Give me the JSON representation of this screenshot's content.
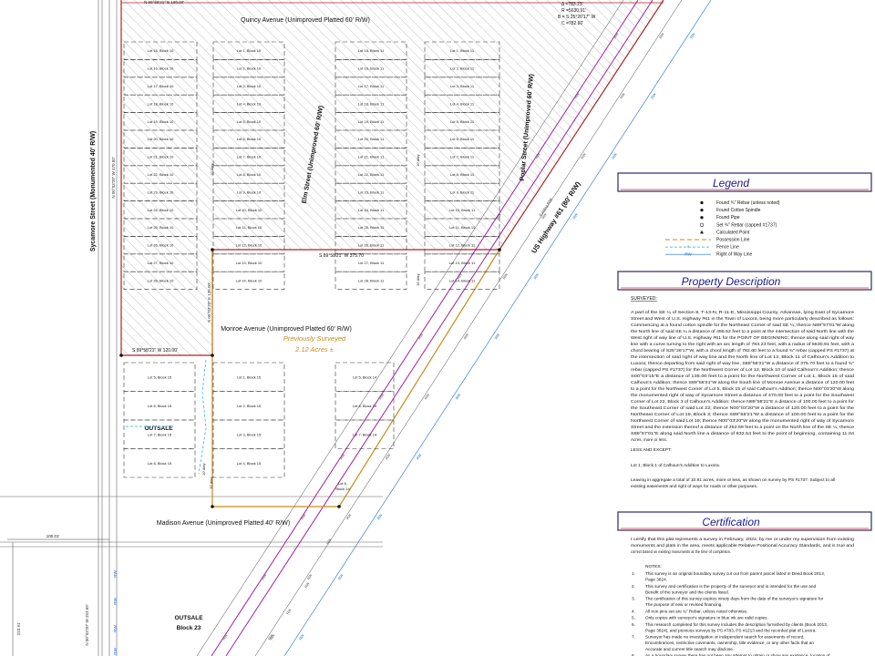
{
  "curve_data": {
    "delta": "Δ =783.23'",
    "radius": "R =5630.91'",
    "bearing": "B = S 25°26'17\" W",
    "chord": "C =782.60'"
  },
  "streets": {
    "quincy": "Quincy Avenue (Unimproved Platted 60' R/W)",
    "sycamore": "Sycamore Street (Monumented 40' R/W)",
    "elm": "Elm Street (Unimproved 60' R/W)",
    "poplar": "Poplar Street (Unimproved 60' R/W)",
    "highway": "US Highway #61 (80' R/W)",
    "monroe": "Monroe Avenue (Unimproved Platted 60' R/W)",
    "madison": "Madison Avenue (Unimproved Platted 40' R/W)"
  },
  "annotations": {
    "prev_surveyed": "Previously Surveyed",
    "acres": "2.12 Acres ±",
    "outsale": "OUTSALE",
    "outsale_b23_1": "OUTSALE",
    "outsale_b23_2": "Block 23",
    "line_s1": "S 89°58'21\" W  375.70'",
    "line_s2": "S 89°58'21\" W  120.00'",
    "dim_100": "100.01'",
    "alley": "20' Alley",
    "row_tag": "RW",
    "lot6_b14a": "Lot 6,",
    "lot6_b14b": "Block 14",
    "sycamore_bearing": "N 00°03'20\" W  470.00'",
    "left_bearing": "N 00°03'20\" W  253.69'",
    "left_dist": "223.91'",
    "hwy_existing": "Existing R/W",
    "top_bearing": "N 89°58'21\" E  180.00'",
    "monroe_bearing": "S 00°03'20\" E  135.00'"
  },
  "lots": {
    "col1": [
      "Lot 15, Block 10",
      "Lot 16, Block 10",
      "Lot 17, Block 10",
      "Lot 18, Block 10",
      "Lot 19, Block 10",
      "Lot 20, Block 10",
      "Lot 21, Block 10",
      "Lot 22, Block 10",
      "Lot 23, Block 10",
      "Lot 24, Block 10",
      "Lot 25, Block 10",
      "Lot 26, Block 10",
      "Lot 27, Block 10",
      "Lot 28, Block 10"
    ],
    "col2": [
      "Lot 1, Block 10",
      "Lot 2, Block 10",
      "Lot 3, Block 10",
      "Lot 4, Block 10",
      "Lot 5, Block 10",
      "Lot 6, Block 10",
      "Lot 7, Block 10",
      "Lot 8, Block 10",
      "Lot 9, Block 10",
      "Lot 10, Block 10",
      "Lot 11, Block 10",
      "Lot 12, Block 10",
      "Lot 13, Block 10",
      "Lot 14, Block 10"
    ],
    "col3": [
      "Lot 15, Block 11",
      "Lot 16, Block 11",
      "Lot 17, Block 11",
      "Lot 18, Block 11",
      "Lot 19, Block 11",
      "Lot 20, Block 11",
      "Lot 21, Block 11",
      "Lot 22, Block 11",
      "Lot 23, Block 11",
      "Lot 24, Block 11",
      "Lot 25, Block 11",
      "Lot 26, Block 11",
      "Lot 27, Block 11",
      "Lot 28, Block 11"
    ],
    "col4": [
      "Lot 1, Block 11",
      "Lot 2, Block 11",
      "Lot 3, Block 11",
      "Lot 4, Block 11",
      "Lot 5, Block 11",
      "Lot 6, Block 11",
      "Lot 7, Block 11",
      "Lot 8, Block 11",
      "Lot 9, Block 11",
      "Lot 10, Block 11",
      "Lot 11, Block 11",
      "Lot 12, Block 11",
      "Lot 13, Block 11",
      "Lot 14, Block 11"
    ],
    "b15_left": [
      "Lot 5, Block 15",
      "Lot 6, Block 15",
      "Lot 7, Block 15",
      "Lot 8, Block 15"
    ],
    "b15_right": [
      "Lot 1, Block 15",
      "Lot 2, Block 15",
      "Lot 3, Block 15",
      "Lot 4, Block 15"
    ],
    "b14": [
      "Lot 5, Block 14",
      "Lot 6, Block 14",
      "Lot 7, Block 14"
    ]
  },
  "legend": {
    "title": "Legend",
    "items": [
      {
        "symbol": "dot",
        "label": "Found ¾\" Rebar (unless noted)"
      },
      {
        "symbol": "dot",
        "label": "Found Cotton Spindle"
      },
      {
        "symbol": "dot",
        "label": "Found Pipe"
      },
      {
        "symbol": "circle",
        "label": "Set ¾\" Rebar (capped #1737)"
      },
      {
        "symbol": "triangle",
        "label": "Calculated Point"
      },
      {
        "symbol": "orange-dash",
        "label": "Possession Line"
      },
      {
        "symbol": "fence",
        "label": "Fence Line"
      },
      {
        "symbol": "rw",
        "label": "Right of Way Line"
      }
    ]
  },
  "property": {
    "title": "Property Description",
    "surveyed_label": "SURVEYED:",
    "lines": [
      "A part of the SE ¼ of Section 8, T-13-N, R-11-E, Mississippi County, Arkansas, lying East of Sycamore",
      "Street and West of U.S. Highway #61 in the Town of Luxora, being more particularly described as follows:",
      "Commencing at a found cotton spindle for the Northeast Corner of said SE ¼; thence N89°57'01\"W along",
      "the North line of said SE ¼ a distance of 455.52 feet to a point at the intersection of said North line with the",
      "West right of way line of U.S. Highway #61 for the POINT OF BEGINNING; thence along said right of way",
      "line with a curve turning to the right with an arc length of 783.23 feet, with a radius of 5630.91 feet, with a",
      "chord bearing of S25°26'17\"W, with a chord length of 782.60 feet to a found ¾\" rebar (capped PS #1737) at",
      "the intersection of said right of way line and the North line of Lot 12, Block 11 of Calhoun's Addition to",
      "Luxora; thence departing from said right of way line, S89°58'21\"W a distance of 375.70 feet to a found ¾\"",
      "rebar (capped PS #1737) for the Northwest Corner of Lot 12, Block 10 of said Calhoun's Addition; thence",
      "S00°03'15\"E a distance of 135.00 feet to a point for the Northwest Corner of Lot 1, Block 15 of said",
      "Calhoun's Addition; thence S89°58'21\"W along the South line of Monroe Avenue a distance of 120.00 feet",
      "to a point for the Northwest Corner of Lot 5, Block 15 of said Calhoun's Addition; thence N00°03'20\"W along",
      "the monumented right of way of Sycamore Street a distance of 470.00 feet to a point for the Southwest",
      "Corner of Lot 22, Block 3 of Calhoun's Addition; thence N89°58'21\"E a distance of 100.00 feet to a point for",
      "the Southeast Corner of said Lot 22; thence N00°03'20\"W a distance of 120.00 feet to a point for the",
      "Northeast Corner of Lot 19, Block 3; thence S89°58'21\"W a distance of 100.00 feet to a point for the",
      "Northwest Corner of said Lot 19; thence N00°03'20\"W along the monumented right of way of Sycamore",
      "Street and the extension thereof a distance of 252.69 feet to a point on the North line of the SE ¼; thence",
      "S89°57'01\"E along said North line a distance of 832.54 feet to the point of beginning, containing 11.04",
      "Acres, more or less."
    ],
    "less_label": "LESS AND EXCEPT:",
    "less_line": "Lot 1, Block 1 of Calhoun's Addition to Luxora.",
    "leaving_1": "Leaving in aggregate a total of 10.91 acres, more or less, as shown on survey by PS #1737. Subject to all",
    "leaving_2": "existing easements and right of ways for roads or other purposes."
  },
  "certification": {
    "title": "Certification",
    "intro": [
      "I certify that this plat represents a survey in February, 2022, by me or under my supervision from existing",
      "monuments and plats in the area, meets applicable Relative Positional Accuracy Standards, and is true and",
      "correct based on existing monuments at the time of completion."
    ],
    "notes_label": "NOTES:",
    "notes": [
      {
        "n": "1.",
        "lines": [
          "This survey is an original boundary survey cut out from parent parcel listed in Deed Book 2013,",
          "Page 3824."
        ]
      },
      {
        "n": "2.",
        "lines": [
          "This survey and certification is the property of the surveyor and is intended for the use and",
          "Benefit of the surveyor and the clients listed."
        ]
      },
      {
        "n": "3.",
        "lines": [
          "The certification of this survey expires ninety days from the date of the surveyor's signature for",
          "The purpose of new or revised financing."
        ]
      },
      {
        "n": "4.",
        "lines": [
          "All iron pins set are ¾\" Rebar, unless noted otherwise."
        ]
      },
      {
        "n": "5.",
        "lines": [
          "Only copies with surveyor's signature in blue ink are valid copies."
        ]
      },
      {
        "n": "6.",
        "lines": [
          "This research completed for this survey includes the description furnished by clients (Book 2013,",
          "Page 3824), and previous surveys by PS #783, PS #1213 and the recorded plat of Luxora."
        ]
      },
      {
        "n": "7.",
        "lines": [
          "Surveyor has made no investigation or independent search for easements of record,",
          "Encumbrances, restrictive covenants, ownership, title evidence, or any other facts that an",
          "Accurate and current title search may disclose."
        ]
      },
      {
        "n": "8.",
        "lines": [
          "As a boundary survey there has not been any attempt to obtain or show any existence, location of"
        ]
      }
    ]
  },
  "colors": {
    "boundary": "#b22222",
    "prev_surveyed": "#c98a1b",
    "highway": "#a020a0",
    "rw_line": "#1a6fd6",
    "fence": "#22aadd",
    "lot": "#333333",
    "hatch": "#9a9a9a",
    "panel_border": "#2a2a6a",
    "panel_title": "#1a1a8a",
    "title_underline": "#d03030"
  }
}
